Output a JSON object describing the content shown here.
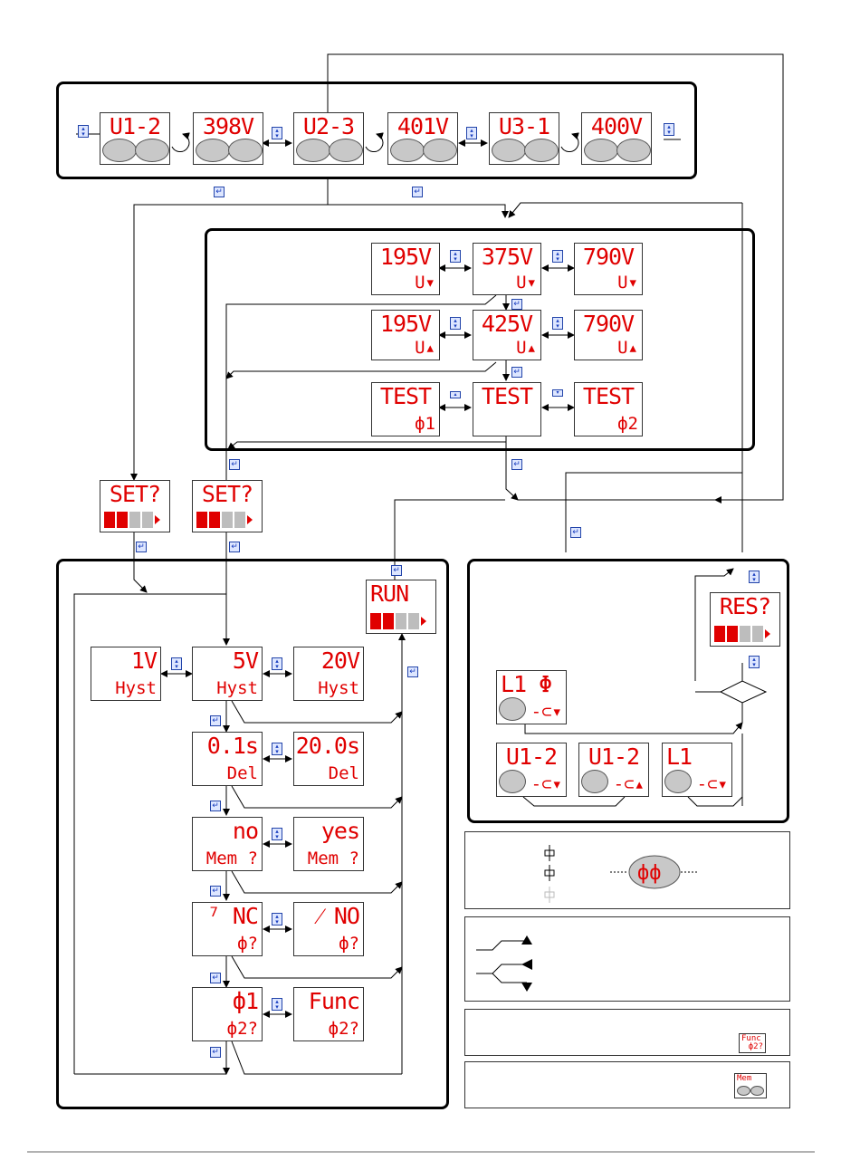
{
  "top_row": [
    {
      "top": "U1-2"
    },
    {
      "top": "398V"
    },
    {
      "top": "U2-3"
    },
    {
      "top": "401V"
    },
    {
      "top": "U3-1"
    },
    {
      "top": "400V"
    }
  ],
  "thresholds": {
    "r1": [
      {
        "top": "195V",
        "bot": "U▾"
      },
      {
        "top": "375V",
        "bot": "U▾"
      },
      {
        "top": "790V",
        "bot": "U▾"
      }
    ],
    "r2": [
      {
        "top": "195V",
        "bot": "U▴"
      },
      {
        "top": "425V",
        "bot": "U▴"
      },
      {
        "top": "790V",
        "bot": "U▴"
      }
    ],
    "r3": [
      {
        "top": "TEST",
        "bot": "ф1"
      },
      {
        "top": "TEST",
        "bot": ""
      },
      {
        "top": "TEST",
        "bot": "ф2"
      }
    ]
  },
  "set_screens": [
    {
      "top": "SET?"
    },
    {
      "top": "SET?"
    }
  ],
  "run_screen": {
    "top": "RUN"
  },
  "res_screen": {
    "top": "RES?"
  },
  "settings": {
    "hyst": [
      {
        "top": "1V",
        "bot": "Hyst"
      },
      {
        "top": "5V",
        "bot": "Hyst"
      },
      {
        "top": "20V",
        "bot": "Hyst"
      }
    ],
    "del": [
      {
        "top": "0.1s",
        "bot": "Del"
      },
      {
        "top": "20.0s",
        "bot": "Del"
      }
    ],
    "mem": [
      {
        "top": "no",
        "bot": "Mem ?"
      },
      {
        "top": "yes",
        "bot": "Mem ?"
      }
    ],
    "relay": [
      {
        "top": "⁷ NC",
        "bot": "ф?"
      },
      {
        "top": "⁄ NO",
        "bot": "ф?"
      }
    ],
    "func": [
      {
        "top": "ф1",
        "bot": "ф2?"
      },
      {
        "top": "Func",
        "bot": "ф2?"
      }
    ]
  },
  "status": {
    "l1_phi": {
      "top": "L1  Φ"
    },
    "u12_low": {
      "top": "U1-2"
    },
    "u12_high": {
      "top": "U1-2"
    },
    "l1_fail": {
      "top": "L1"
    }
  },
  "legend_small": {
    "func_top": "Func",
    "func_bot": "ф2?",
    "mem_top": "Mem"
  },
  "colors": {
    "lcd_red": "#e00000",
    "key_blue": "#1a3fbf",
    "oval_grey": "#c8c8c8"
  }
}
